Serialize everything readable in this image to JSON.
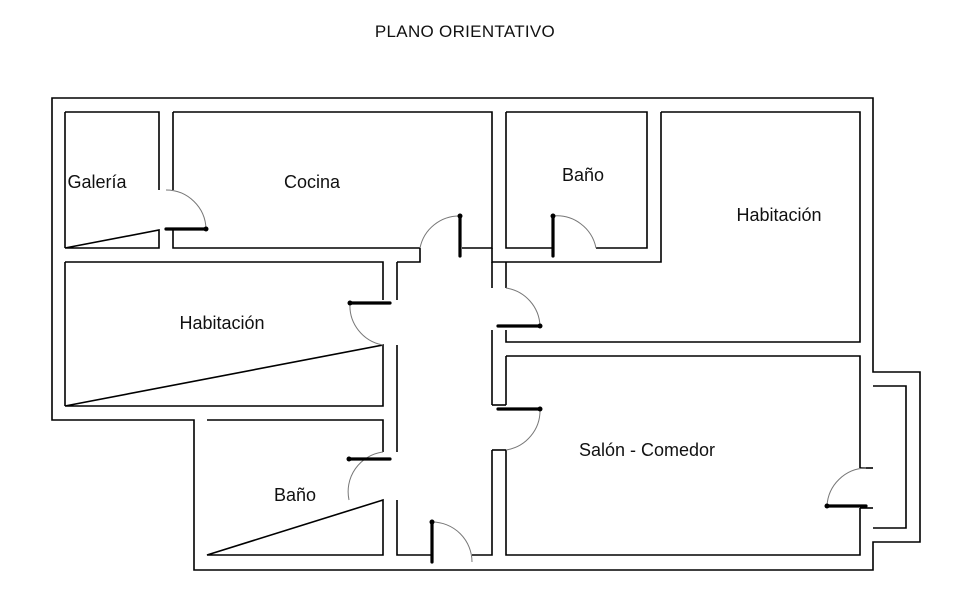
{
  "title": "PLANO ORIENTATIVO",
  "rooms": [
    {
      "id": "galeria",
      "label": "Galería"
    },
    {
      "id": "cocina",
      "label": "Cocina"
    },
    {
      "id": "bano-1",
      "label": "Baño"
    },
    {
      "id": "habitacion-1",
      "label": "Habitación"
    },
    {
      "id": "habitacion-2",
      "label": "Habitación"
    },
    {
      "id": "salon-comedor",
      "label": "Salón - Comedor"
    },
    {
      "id": "bano-2",
      "label": "Baño"
    }
  ],
  "colors": {
    "walls": "#000000",
    "door_swing": "#777777",
    "background": "#ffffff"
  }
}
